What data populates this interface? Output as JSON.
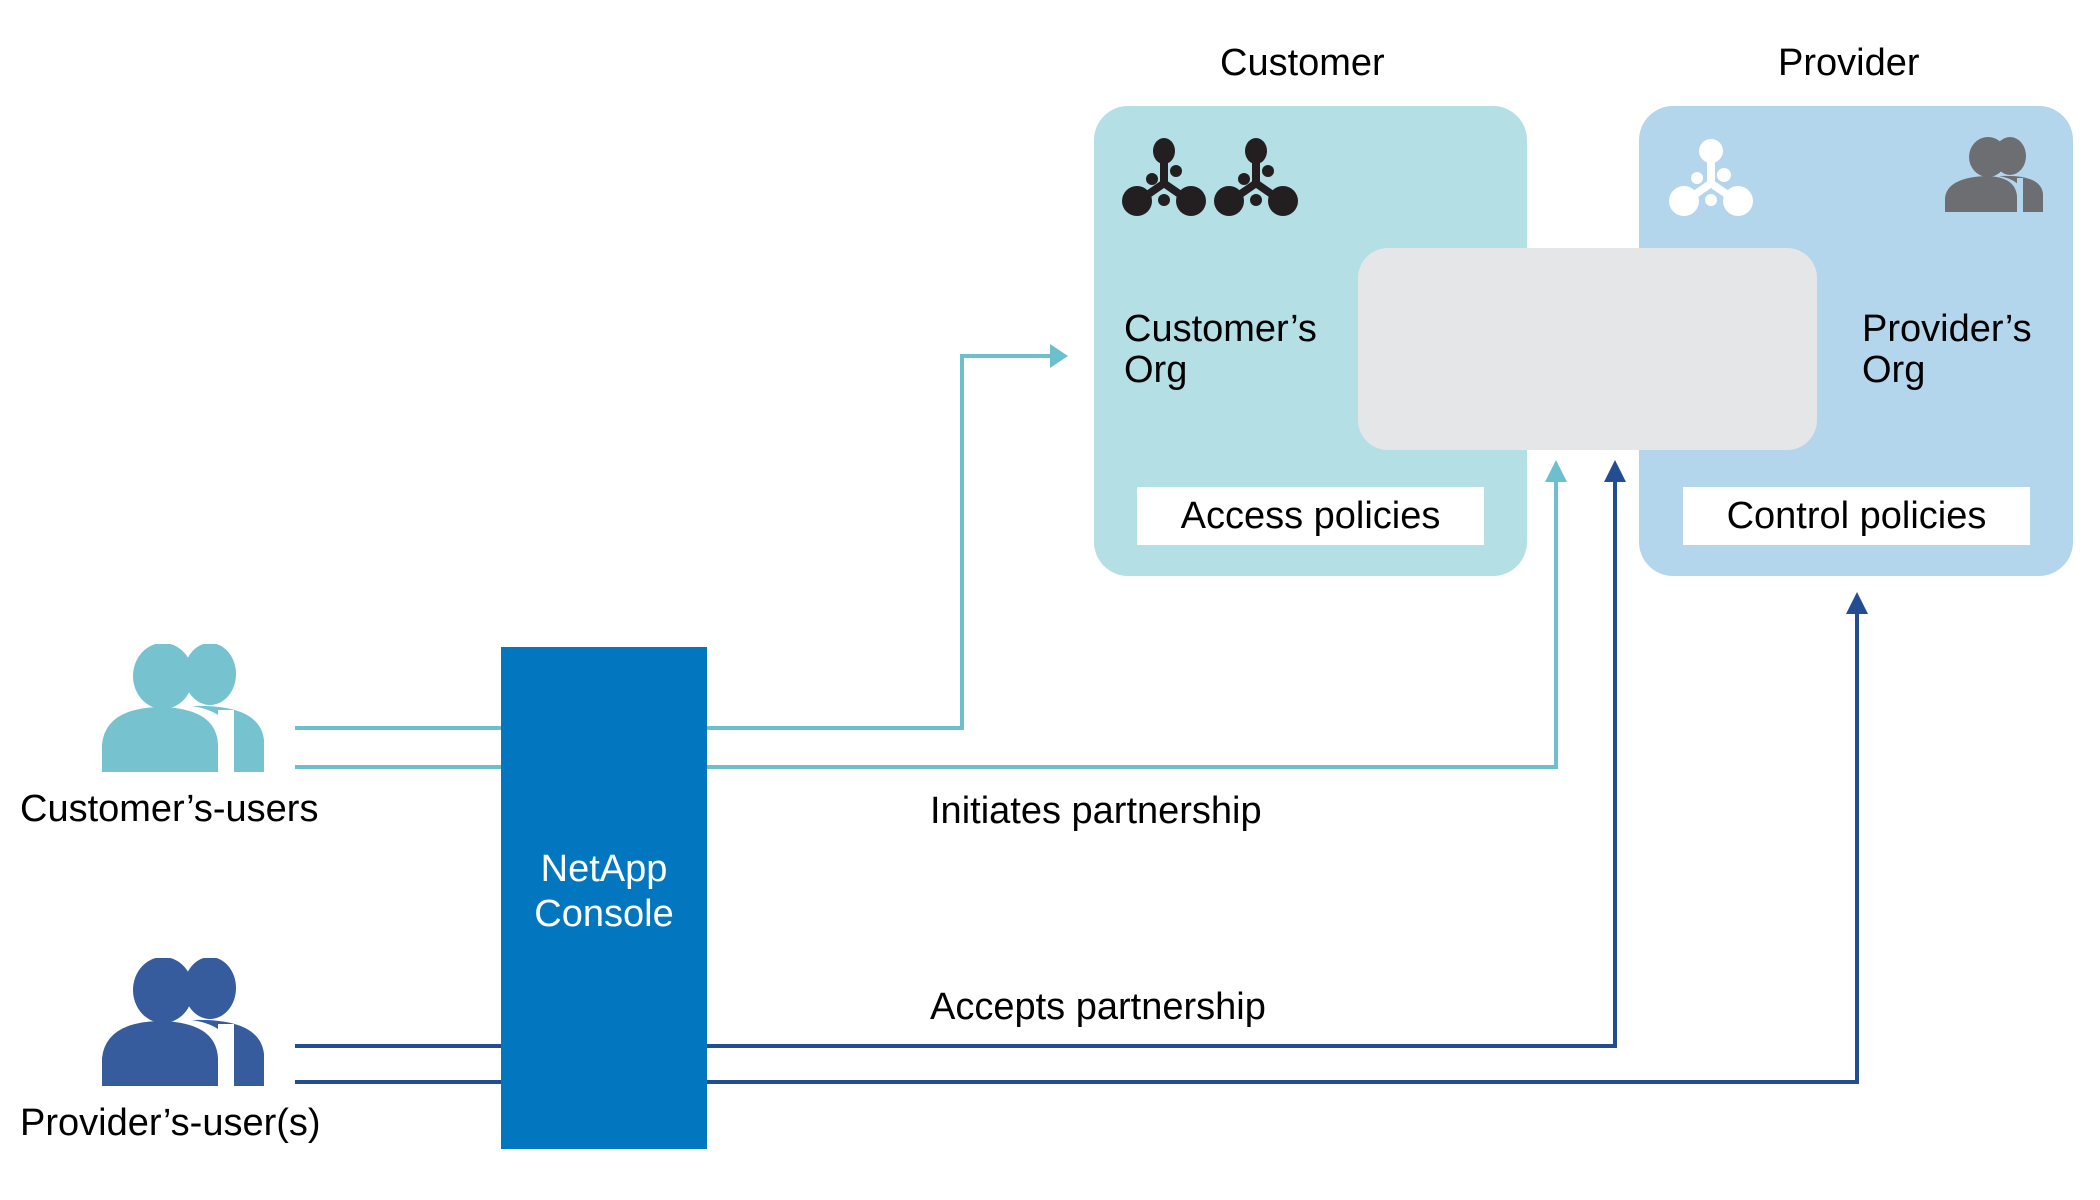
{
  "groups": {
    "customer": {
      "title": "Customer",
      "org_label": "Customer’s\nOrg",
      "policy_label": "Access policies",
      "box_color": "#b3dfe5",
      "icons": [
        "cluster-icon",
        "cluster-icon"
      ]
    },
    "provider": {
      "title": "Provider",
      "org_label": "Provider’s\nOrg",
      "policy_label": "Control policies",
      "box_color": "#b4d6ec",
      "icons": [
        "cluster-icon",
        "users-icon"
      ]
    }
  },
  "shared_area": {
    "color": "#e5e6e8"
  },
  "console": {
    "label": "NetApp\nConsole",
    "color": "#0277bf"
  },
  "actors": {
    "customer_users": {
      "label": "Customer’s-users",
      "color": "#76c3cf"
    },
    "provider_users": {
      "label": "Provider’s-user(s)",
      "color": "#365c9e"
    }
  },
  "flows": {
    "initiates": {
      "label": "Initiates partnership",
      "color": "#6cc0cd"
    },
    "accepts": {
      "label": "Accepts partnership",
      "color": "#224d93"
    }
  }
}
